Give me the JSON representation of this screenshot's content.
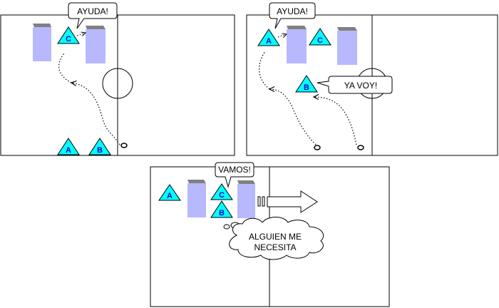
{
  "panels": [
    {
      "id": "panel-1",
      "bubble": "AYUDA!",
      "players": [
        "A",
        "B",
        "C"
      ]
    },
    {
      "id": "panel-2",
      "bubbles": [
        "AYUDA!",
        "YA VOY!"
      ],
      "players": [
        "A",
        "B",
        "C"
      ]
    },
    {
      "id": "panel-3",
      "bubble": "VAMOS!",
      "thought": [
        "ALGUIEN ME",
        "NECESITA"
      ],
      "players": [
        "A",
        "B",
        "C"
      ]
    }
  ],
  "colors": {
    "player": "#00ffff",
    "defender": "#b8b8ff",
    "defender_top": "#808080",
    "line": "#000000"
  }
}
